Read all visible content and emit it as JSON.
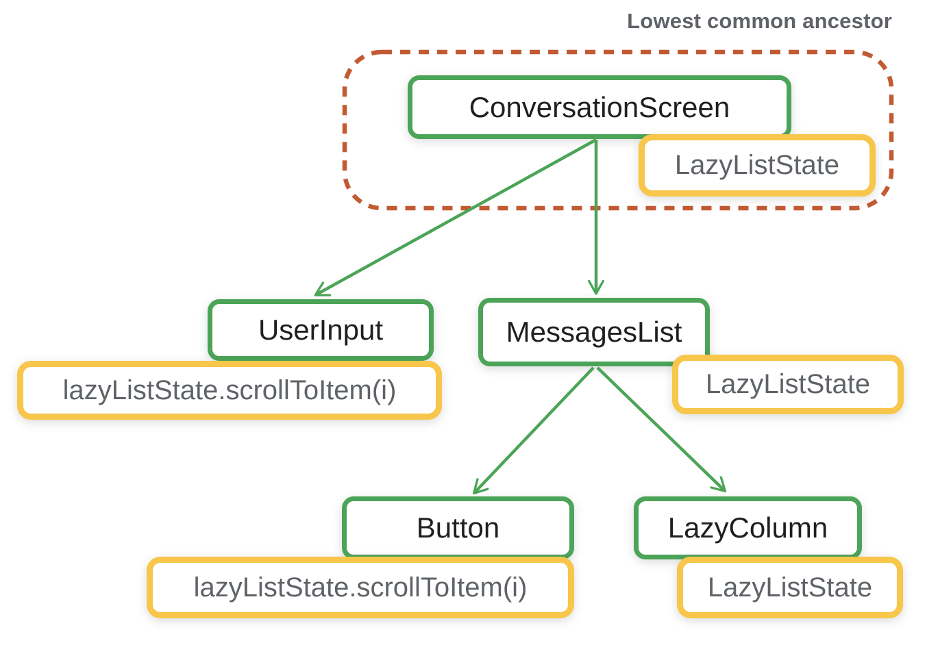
{
  "annotation": {
    "lca_label": "Lowest common ancestor"
  },
  "tree": {
    "conversation_screen": {
      "label": "ConversationScreen",
      "state": "LazyListState"
    },
    "user_input": {
      "label": "UserInput",
      "call": "lazyListState.scrollToItem(i)"
    },
    "messages_list": {
      "label": "MessagesList",
      "state": "LazyListState"
    },
    "button": {
      "label": "Button",
      "call": "lazyListState.scrollToItem(i)"
    },
    "lazy_column": {
      "label": "LazyColumn",
      "state": "LazyListState"
    }
  },
  "edges": [
    {
      "from": "ConversationScreen",
      "to": "UserInput"
    },
    {
      "from": "ConversationScreen",
      "to": "MessagesList"
    },
    {
      "from": "MessagesList",
      "to": "Button"
    },
    {
      "from": "MessagesList",
      "to": "LazyColumn"
    }
  ],
  "colors": {
    "component_border": "#4ba457",
    "state_border": "#f7c64a",
    "lca_outline": "#c25b34",
    "component_text": "#1f1f1f",
    "state_text": "#5f6368",
    "annotation_text": "#5f6368",
    "arrow": "#4ba457",
    "background": "#ffffff"
  }
}
